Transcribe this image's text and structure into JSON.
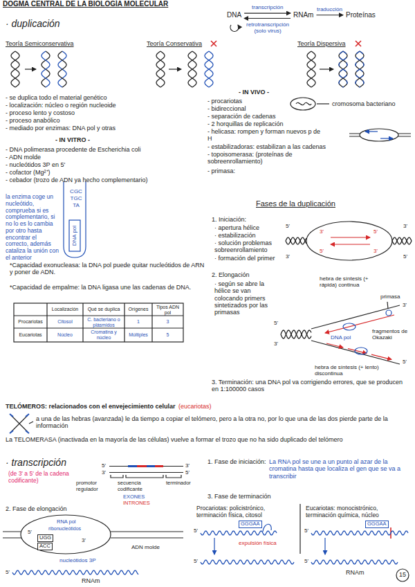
{
  "diagram": {
    "title": "DOGMA CENTRAL DE LA BIOLOGÍA MOLECULAR",
    "nodes": [
      {
        "text": [
          "DNA"
        ]
      },
      {
        "text": [
          "RNAm"
        ]
      },
      {
        "text": [
          "Proteínas"
        ]
      }
    ],
    "edges": [
      {
        "from": 0,
        "to": 1,
        "arrow": "to",
        "label": "transcripción"
      },
      {
        "from": 1,
        "to": 0,
        "arrow": "to",
        "label": "retrotranscripción (solo virus)"
      },
      {
        "from": 1,
        "to": 2,
        "arrow": "to",
        "label": "traducción"
      }
    ],
    "labels": [
      "· duplicación",
      "Teoría Semiconservativa",
      "Teoría Conservativa",
      "Teoría Dispersiva",
      "- se duplica todo el material genético",
      "- localización: núcleo o región nucleoide",
      "- proceso lento y costoso",
      "- proceso anabólico",
      "- mediado por enzimas: DNA pol y otras",
      "- IN VITRO -",
      "- DNA polimerasa procedente de Escherichia coli",
      "- ADN molde",
      "- nucleótidos 3P en 5'",
      "- cofactor (Mg²⁺)",
      "- cebador (trozo de ADN ya hecho complementario)",
      "la enzima coge un nucleótido, comprueba si es complementario, si no lo es lo cambia por otro hasta encontrar el correcto, además cataliza la unión con el anterior",
      "CGC",
      "TGC",
      "TA",
      "DNA pol",
      "- IN VIVO -",
      "- procariotas",
      "- bidireccional",
      "- separación de cadenas",
      "- 2 horquillas de replicación",
      "- helicasa: rompen y forman nuevos p de H",
      "- estabilizadoras: estabilizan a las cadenas",
      "- topoisomerasa: (proteínas de sobreenrollamiento)",
      "- primasa:",
      "cromosoma bacteriano",
      "*Capacidad exonucleasa: la DNA pol puede quitar nucleótidos de ARN y poner de ADN.",
      "*Capacidad de empalme: la DNA ligasa une las cadenas de DNA.",
      "Localización",
      "Qué se duplica",
      "Orígenes",
      "Tipos ADN pol",
      "Procariotas",
      "Citosol",
      "C. bacteriano o plásmidos",
      "1",
      "3",
      "Eucariotas",
      "Núcleo",
      "Cromatina y núcleo",
      "Múltiples",
      "5",
      "Fases de la duplicación",
      "1. Iniciación:",
      "· apertura hélice",
      "· estabilización",
      "· solución problemas sobreenrollamiento",
      "· formación del primer",
      "5'",
      "3'",
      "3'",
      "5'",
      "3'",
      "5'",
      "5'",
      "3'",
      "2. Elongación",
      "· según se abre la hélice se van colocando primers sintetizados por las primasas",
      "hebra de síntesis (+ rápida) continua",
      "primasa",
      "DNA pol",
      "fragmentos de Okazaki",
      "hebra de síntesis (+ lento) discontinua",
      "5'",
      "3'",
      "3'",
      "5'",
      "3. Terminación: una DNA pol va corrigiendo errores, que se producen en 1:100000 casos",
      "TELÓMEROS: relacionados con el envejecimiento celular",
      "(eucariotas)",
      "a una de las hebras (avanzada) le da tiempo a copiar el telómero, pero a la otra no, por lo que una de las dos pierde parte de la información",
      "La TELOMERASA (inactivada en la mayoría de las células) vuelve a formar el trozo que no ha sido duplicado del telómero",
      "· transcripción",
      "(de 3' a 5' de la cadena codificante)",
      "5'",
      "3'",
      "3'",
      "5'",
      "promotor regulador",
      "secuencia codificante",
      "EXONES",
      "INTRONES",
      "terminador",
      "1. Fase de iniciación:",
      "La RNA pol se une a un punto al azar de la cromatina hasta que localiza el gen que se va a transcribir",
      "3. Fase de terminación",
      "2. Fase de elongación",
      "RNA pol",
      "ribonucleótidos",
      "UGG",
      "ACC",
      "5'",
      "3'",
      "ADN molde",
      "nucleótidos 3P",
      "Procariotas: policistrónico, terminación física, citosol",
      "Eucariotas: monocistrónico, terminación química, núcleo",
      "5'",
      "GGGAA",
      "expulsión física",
      "5'",
      "5'",
      "GGGAA",
      "5'",
      "RNAm",
      "5'",
      "RNAm",
      "15"
    ]
  }
}
